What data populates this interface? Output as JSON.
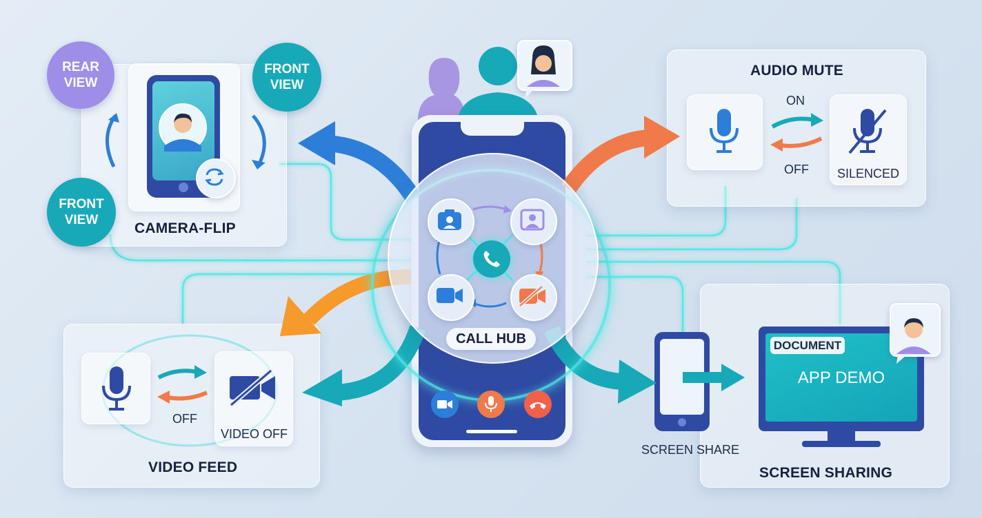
{
  "camera_flip": {
    "title": "CAMERA-FLIP",
    "rear_view": "REAR\nVIEW",
    "front_view_top": "FRONT\nVIEW",
    "front_view_bottom": "FRONT\nVIEW"
  },
  "audio_mute": {
    "title": "AUDIO MUTE",
    "on_label": "ON",
    "off_label": "OFF",
    "silenced_label": "SILENCED"
  },
  "video_feed": {
    "title": "VIDEO FEED",
    "off_label": "OFF",
    "video_off_label": "VIDEO OFF"
  },
  "screen_sharing": {
    "title": "SCREEN SHARING",
    "screen_share_label": "SCREEN SHARE",
    "document_badge": "DOCUMENT",
    "monitor_text": "APP DEMO"
  },
  "hub": {
    "label": "CALL HUB"
  },
  "colors": {
    "navy": "#2f4aa3",
    "teal": "#17a9b8",
    "blue": "#2d7ed8",
    "orange": "#f07a4a",
    "purple": "#9f8ee8",
    "red": "#f2604a",
    "neon": "#4fe6e3"
  }
}
